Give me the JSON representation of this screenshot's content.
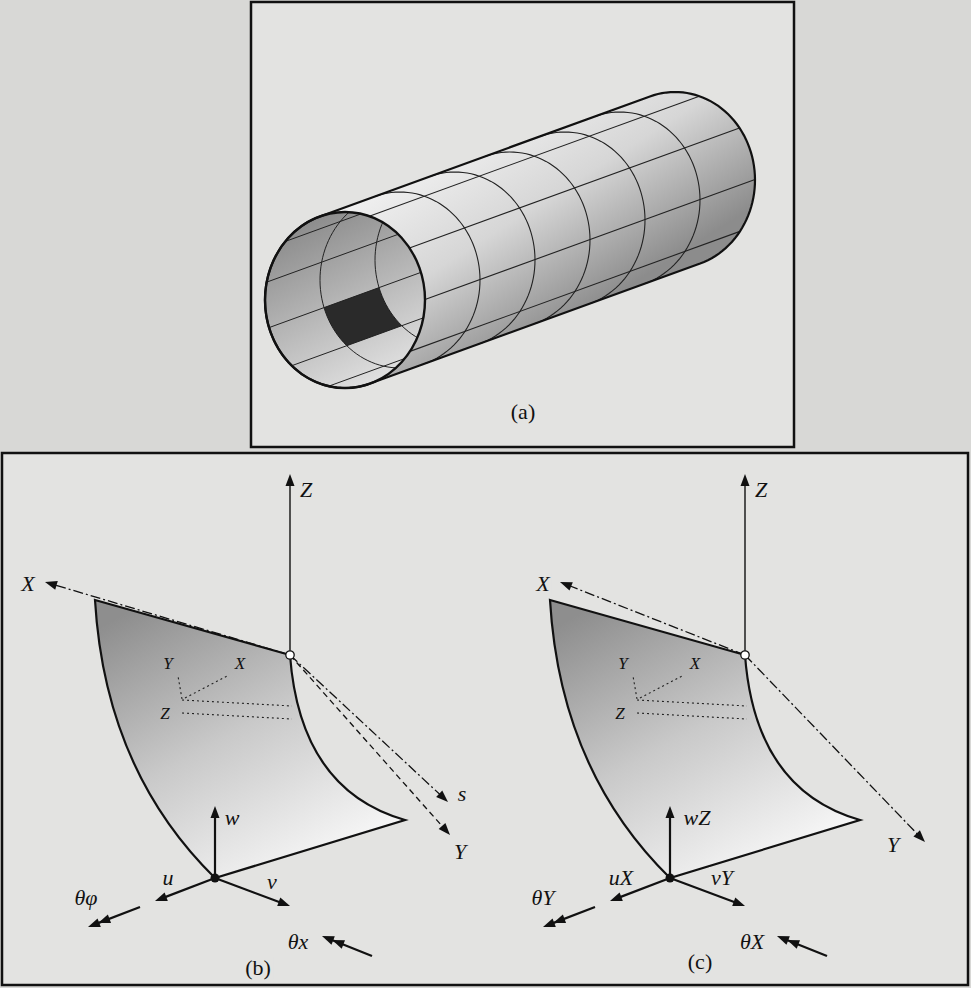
{
  "diagram": {
    "labels": [
      "(a)",
      "Z",
      "X",
      "Y",
      "X",
      "Z",
      "Y",
      "s",
      "w",
      "u",
      "v",
      "θφ",
      "θx",
      "(b)",
      "Z",
      "X",
      "Y",
      "X",
      "Z",
      "Y",
      "wZ",
      "uX",
      "vY",
      "θY",
      "θX",
      "(c)"
    ]
  }
}
